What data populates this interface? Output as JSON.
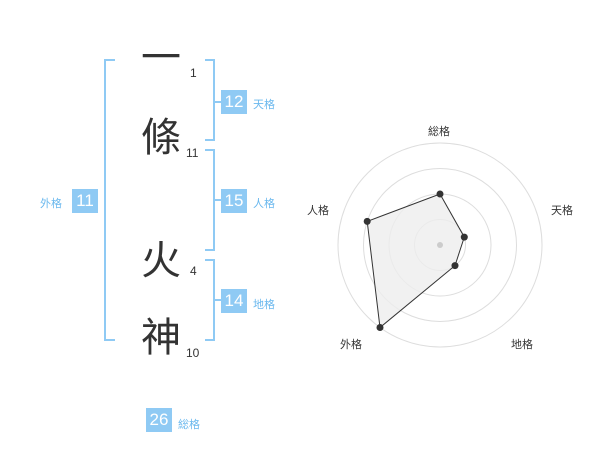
{
  "name": {
    "characters": [
      {
        "char": "一",
        "strokes": "1"
      },
      {
        "char": "條",
        "strokes": "11"
      },
      {
        "char": "火",
        "strokes": "4"
      },
      {
        "char": "神",
        "strokes": "10"
      }
    ]
  },
  "fortunes": {
    "tenkaku": {
      "value": "12",
      "label": "天格"
    },
    "jinkaku": {
      "value": "15",
      "label": "人格"
    },
    "chikaku": {
      "value": "14",
      "label": "地格"
    },
    "gaikaku": {
      "value": "11",
      "label": "外格"
    },
    "soukaku": {
      "value": "26",
      "label": "総格"
    }
  },
  "chart_data": {
    "type": "radar",
    "axes": [
      "総格",
      "天格",
      "地格",
      "外格",
      "人格"
    ],
    "values": [
      2,
      1,
      1,
      4,
      3
    ],
    "rmax": 4,
    "rings": 4
  },
  "colors": {
    "accent": "#8fcaf4",
    "accent_text": "#6ab8ee",
    "bracket": "#8fcaf4",
    "radar_fill": "#eeeeee",
    "radar_ring": "#dddddd"
  }
}
